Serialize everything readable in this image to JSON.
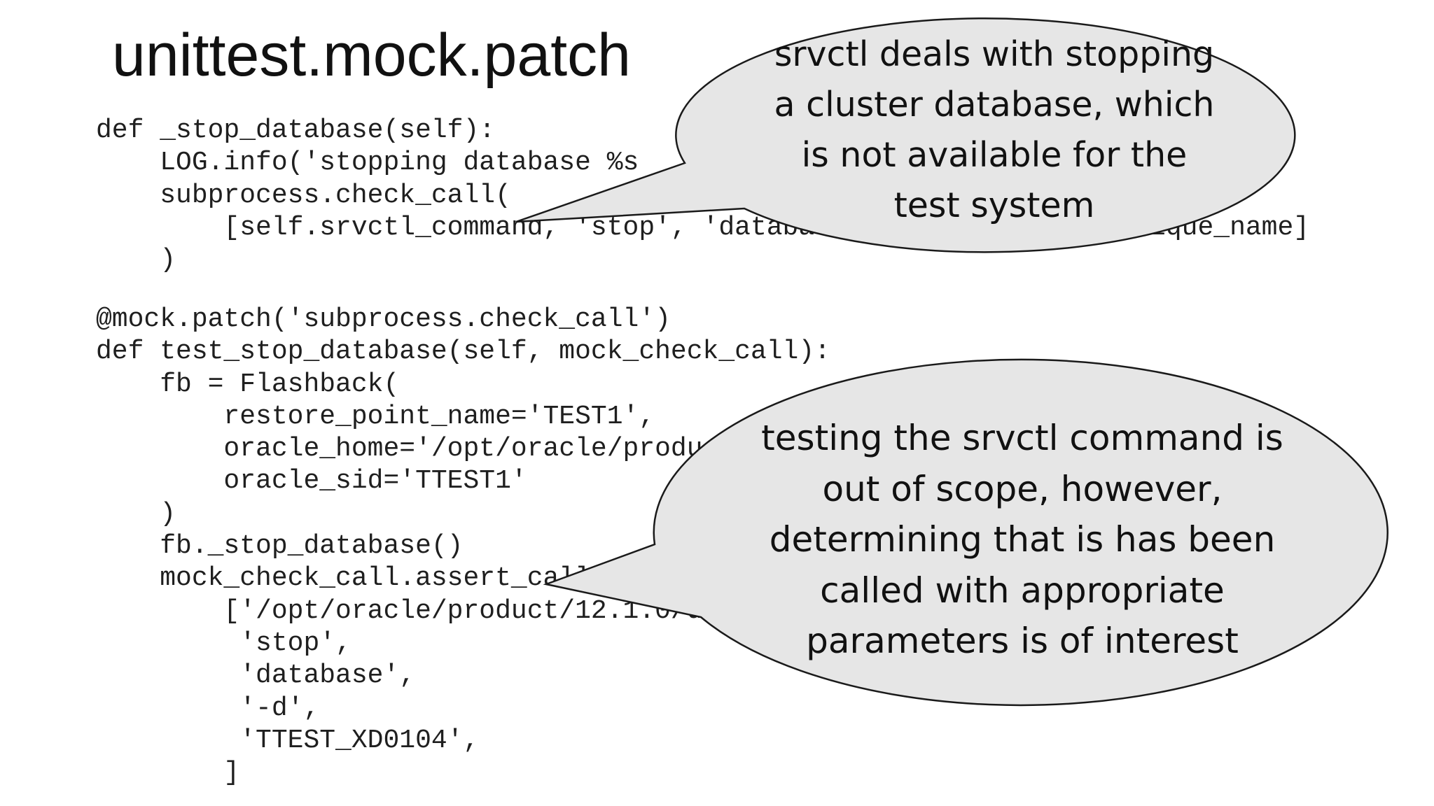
{
  "slide": {
    "title": "unittest.mock.patch"
  },
  "code_block_1": [
    "def _stop_database(self):",
    "    LOG.info('stopping database %s",
    "    subprocess.check_call(",
    "        [self.srvctl_command, 'stop', 'database', '-d', self.db_unique_name]",
    "    )"
  ],
  "code_block_2": [
    "@mock.patch('subprocess.check_call')",
    "def test_stop_database(self, mock_check_call):",
    "    fb = Flashback(",
    "        restore_point_name='TEST1',",
    "        oracle_home='/opt/oracle/product/12.1.0/dbhome_1',",
    "        oracle_sid='TTEST1'",
    "    )",
    "    fb._stop_database()",
    "    mock_check_call.assert_called_once_with(",
    "        ['/opt/oracle/product/12.1.0/dbhome_1/bin/srvctl',",
    "         'stop',",
    "         'database',",
    "         '-d',",
    "         'TTEST_XD0104',",
    "        ]"
  ],
  "callout_1": {
    "lines": [
      "srvctl deals with stopping",
      "a cluster database, which",
      "is not available for the",
      "test system"
    ]
  },
  "callout_2": {
    "lines": [
      "testing the srvctl command is",
      "out of scope, however,",
      "determining that is has been",
      "called with appropriate",
      "parameters is of interest"
    ]
  },
  "colors": {
    "bubble_fill": "#e6e6e6",
    "bubble_stroke": "#1a1a1a",
    "text": "#111111"
  }
}
